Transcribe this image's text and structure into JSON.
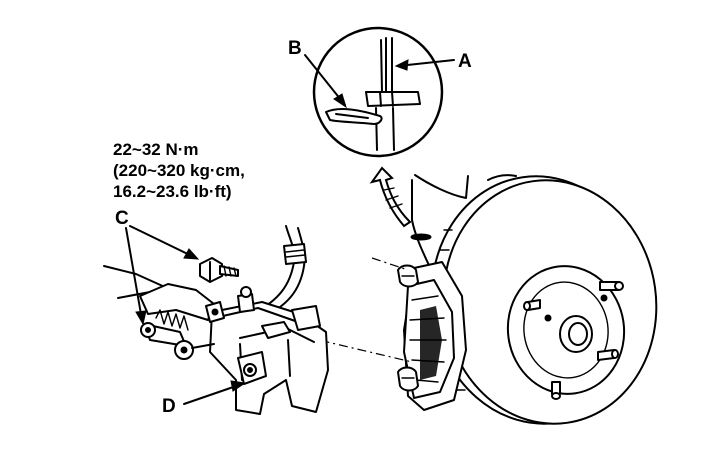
{
  "labels": {
    "a": "A",
    "b": "B",
    "c": "C",
    "d": "D"
  },
  "torque_spec": {
    "line1": "22~32 N·m",
    "line2": "(220~320 kg·cm,",
    "line3": "16.2~23.6 lb·ft)"
  }
}
